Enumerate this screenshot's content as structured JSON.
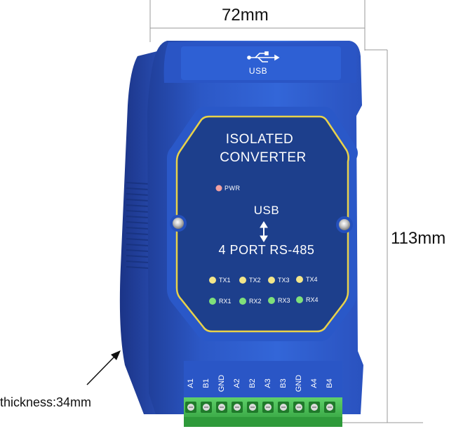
{
  "dimensions": {
    "width": "72mm",
    "height": "113mm",
    "thickness": "thickness:34mm"
  },
  "device": {
    "usb_port_label": "USB",
    "title_line1": "ISOLATED",
    "title_line2": "CONVERTER",
    "power_indicator": "PWR",
    "interface_top": "USB",
    "interface_bottom": "4 PORT RS-485",
    "tx_leds": [
      "TX1",
      "TX2",
      "TX3",
      "TX4"
    ],
    "rx_leds": [
      "RX1",
      "RX2",
      "RX3",
      "RX4"
    ],
    "terminals": [
      "A1",
      "B1",
      "GND",
      "A2",
      "B2",
      "A3",
      "B3",
      "GND",
      "A4",
      "B4"
    ]
  },
  "colors": {
    "body_blue": "#2f5fd0",
    "panel_navy": "#1d3f8c",
    "panel_outline": "#e8d24a",
    "terminal_green": "#3fb84a",
    "tx_led": "#f3e68a",
    "rx_led": "#7fe07a",
    "pwr_led": "#f2a0a0"
  }
}
